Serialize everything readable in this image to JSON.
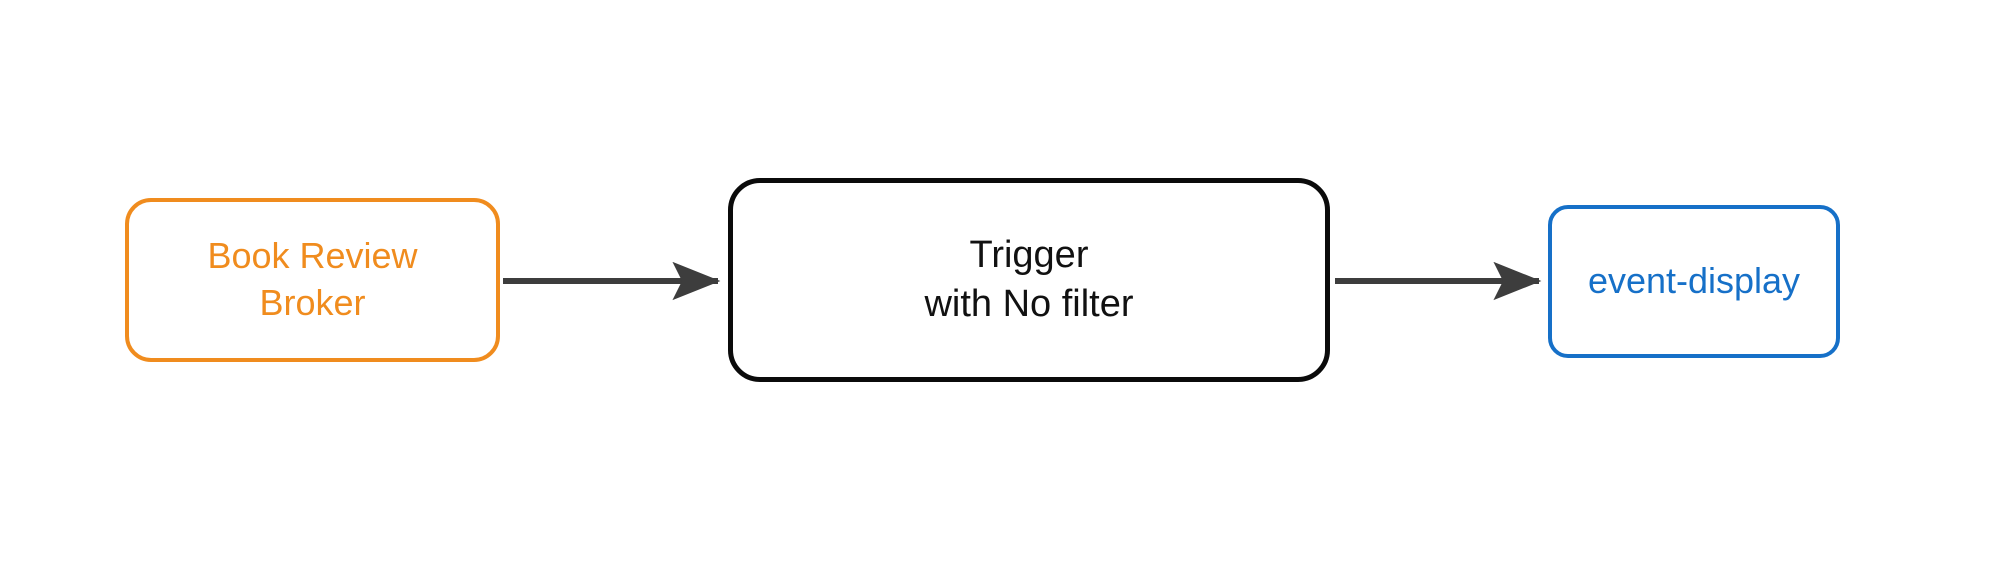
{
  "diagram": {
    "type": "flow",
    "orientation": "left-to-right",
    "background_color": "#ffffff",
    "nodes": [
      {
        "id": "broker",
        "label_lines": [
          "Book Review",
          "Broker"
        ],
        "border_color": "#F08C1E",
        "text_color": "#F08C1E",
        "fill_color": "#ffffff",
        "shape": "rounded-rectangle"
      },
      {
        "id": "trigger",
        "label_lines": [
          "Trigger",
          "with No filter"
        ],
        "border_color": "#0b0b0b",
        "text_color": "#111111",
        "fill_color": "#ffffff",
        "shape": "rounded-rectangle"
      },
      {
        "id": "sink",
        "label_lines": [
          "event-display"
        ],
        "border_color": "#1670C8",
        "text_color": "#1670C8",
        "fill_color": "#ffffff",
        "shape": "rounded-rectangle"
      }
    ],
    "edges": [
      {
        "id": "edge-broker-trigger",
        "from": "broker",
        "to": "trigger",
        "label": "",
        "color": "#3d3d3d",
        "arrowhead": "filled-triangle"
      },
      {
        "id": "edge-trigger-sink",
        "from": "trigger",
        "to": "sink",
        "label": "",
        "color": "#3d3d3d",
        "arrowhead": "filled-triangle"
      }
    ]
  }
}
